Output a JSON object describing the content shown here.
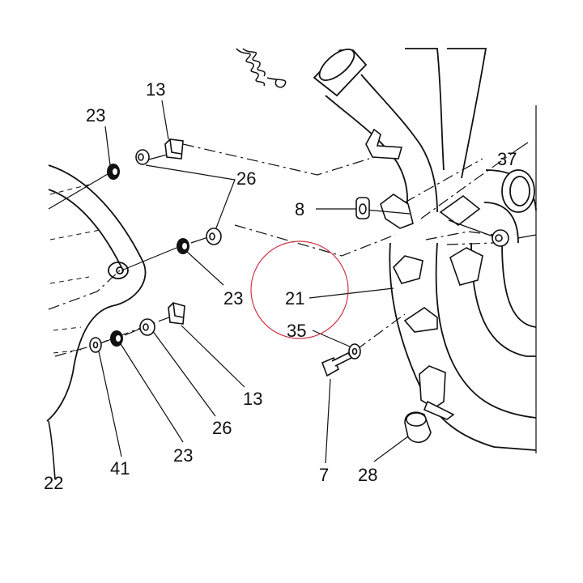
{
  "diagram": {
    "highlight_color": "#cc3344",
    "line_color": "#111111",
    "callouts": {
      "c13_top": "13",
      "c23_top": "23",
      "c26_top": "26",
      "c37": "37",
      "c8": "8",
      "c23_mid": "23",
      "c21": "21",
      "c35": "35",
      "c13_bot": "13",
      "c26_bot": "26",
      "c23_bot": "23",
      "c41": "41",
      "c22": "22",
      "c7": "7",
      "c28": "28"
    }
  }
}
